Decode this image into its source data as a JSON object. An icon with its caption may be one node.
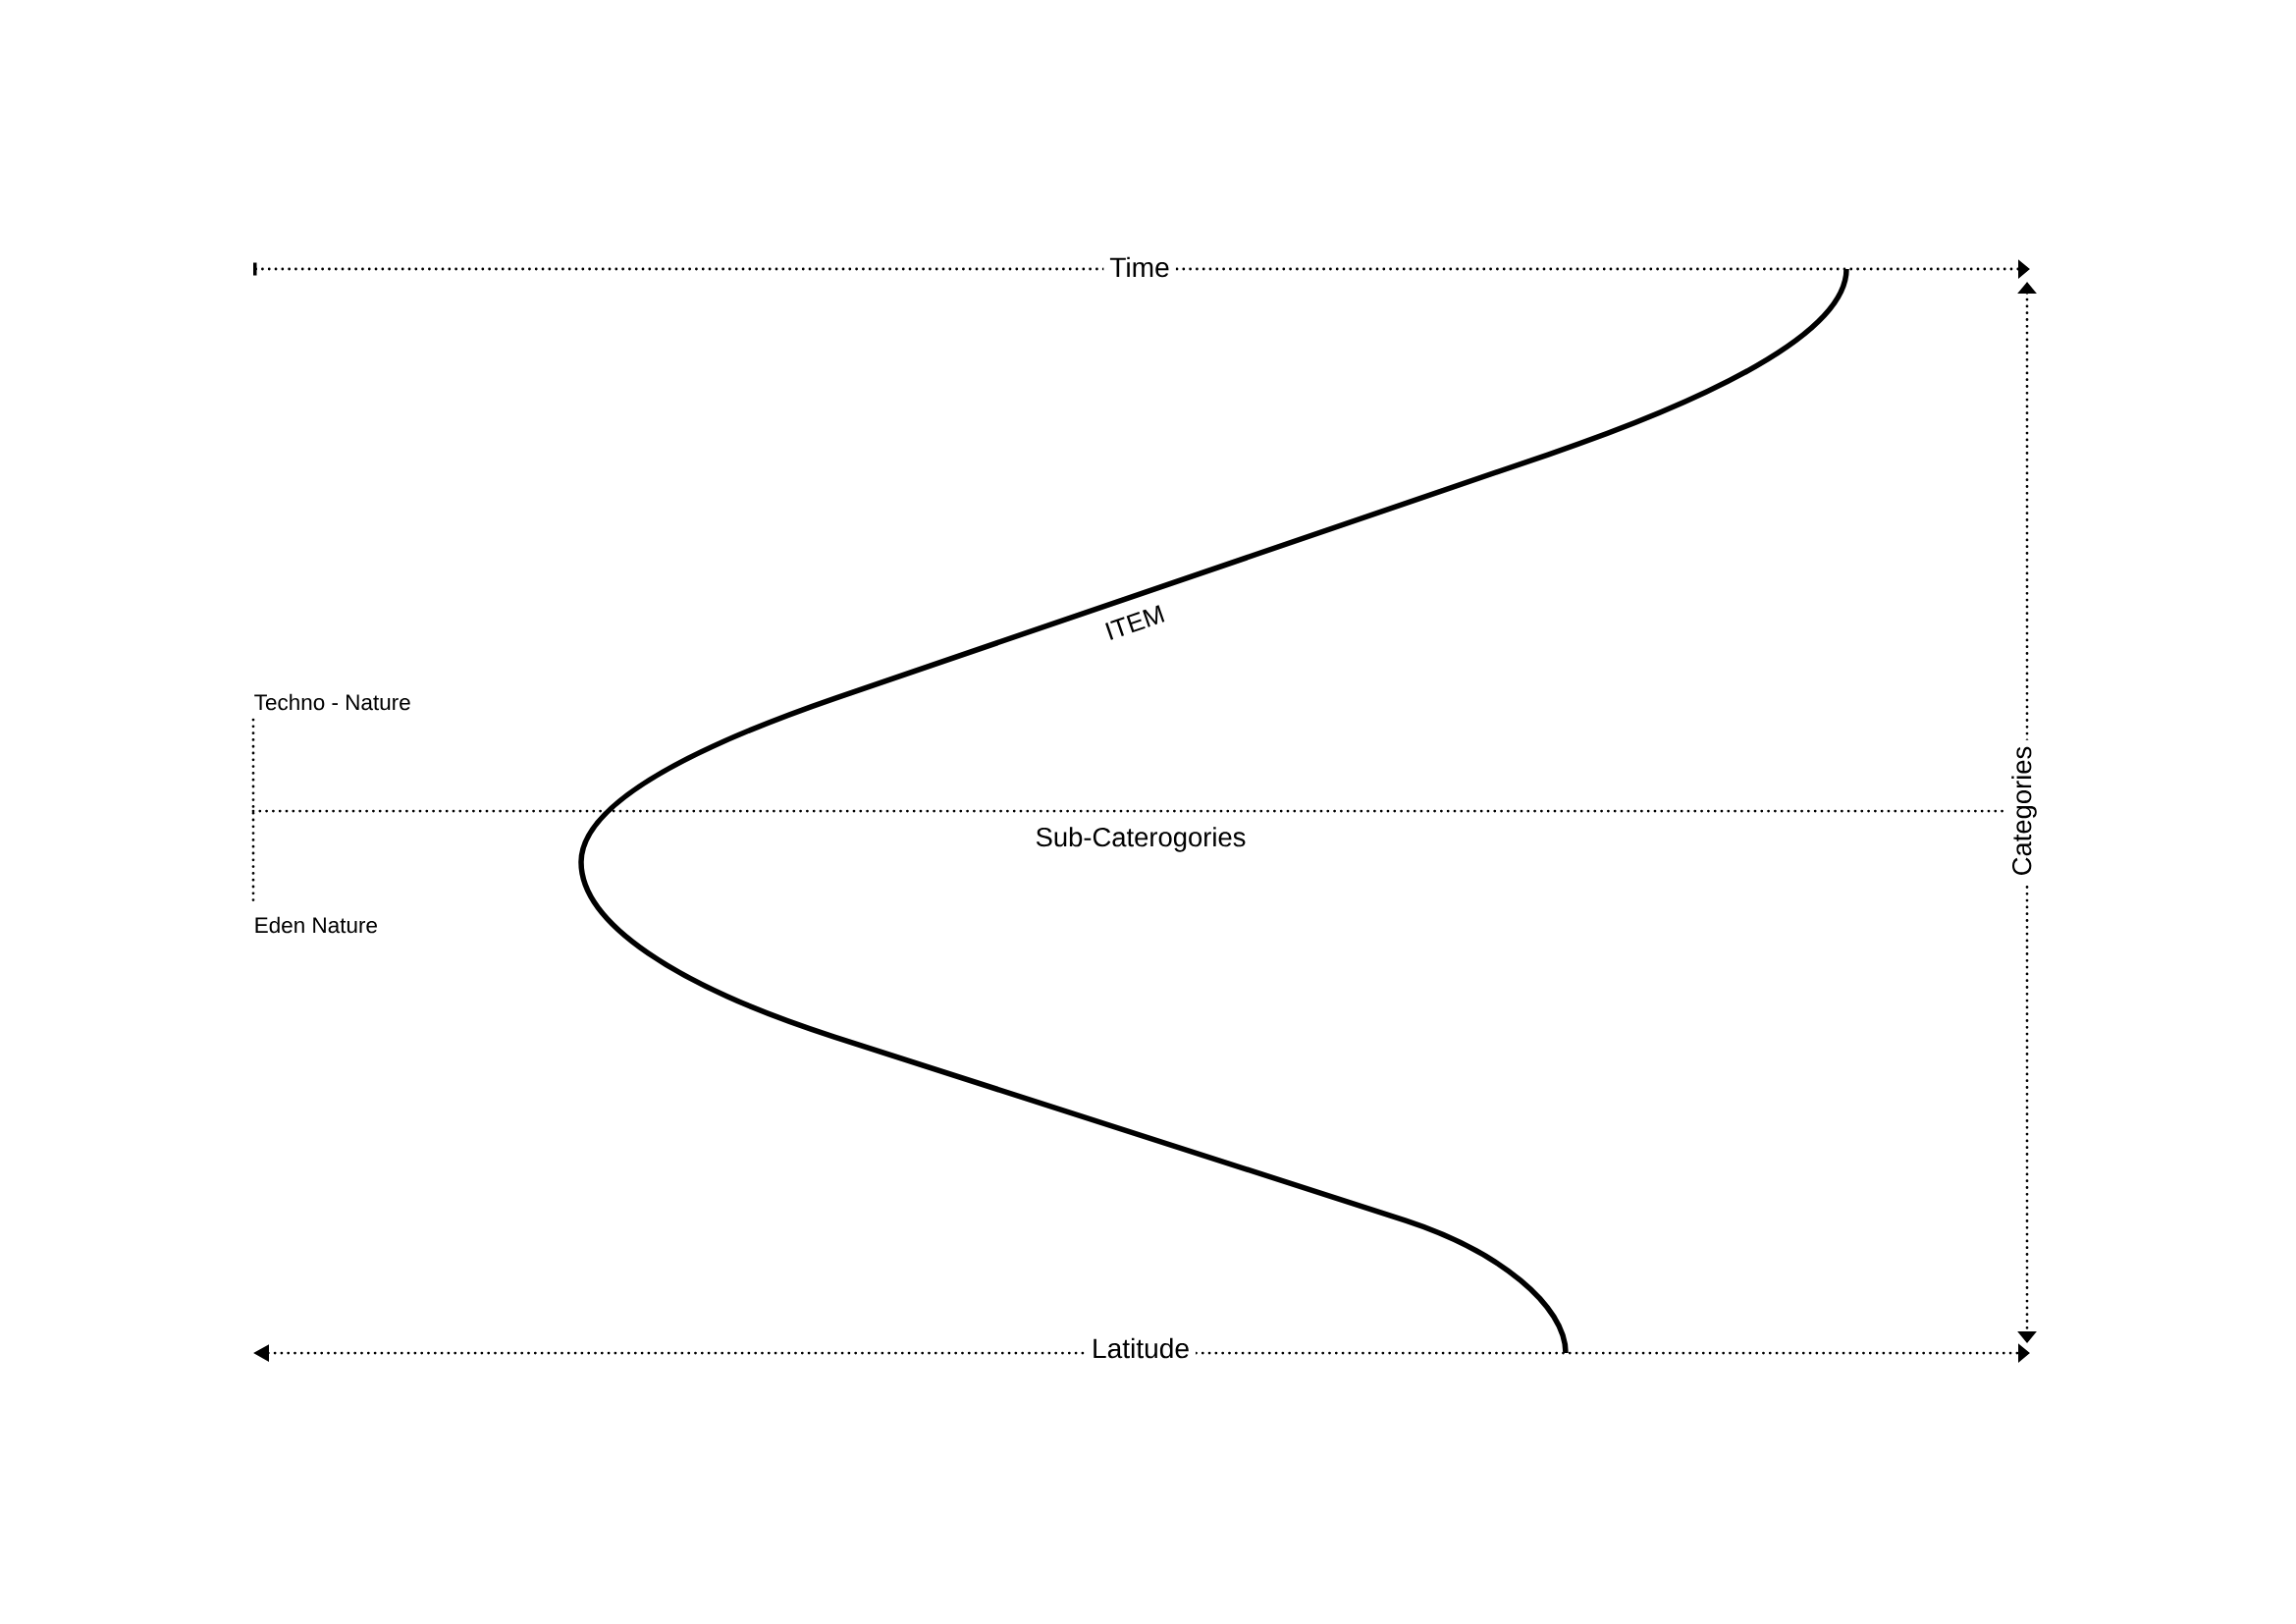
{
  "diagram": {
    "labels": [
      "Time",
      "ITEM",
      "Techno - Nature",
      "Categories",
      "Sub-Caterogories",
      "Eden Nature",
      "Latitude"
    ]
  }
}
